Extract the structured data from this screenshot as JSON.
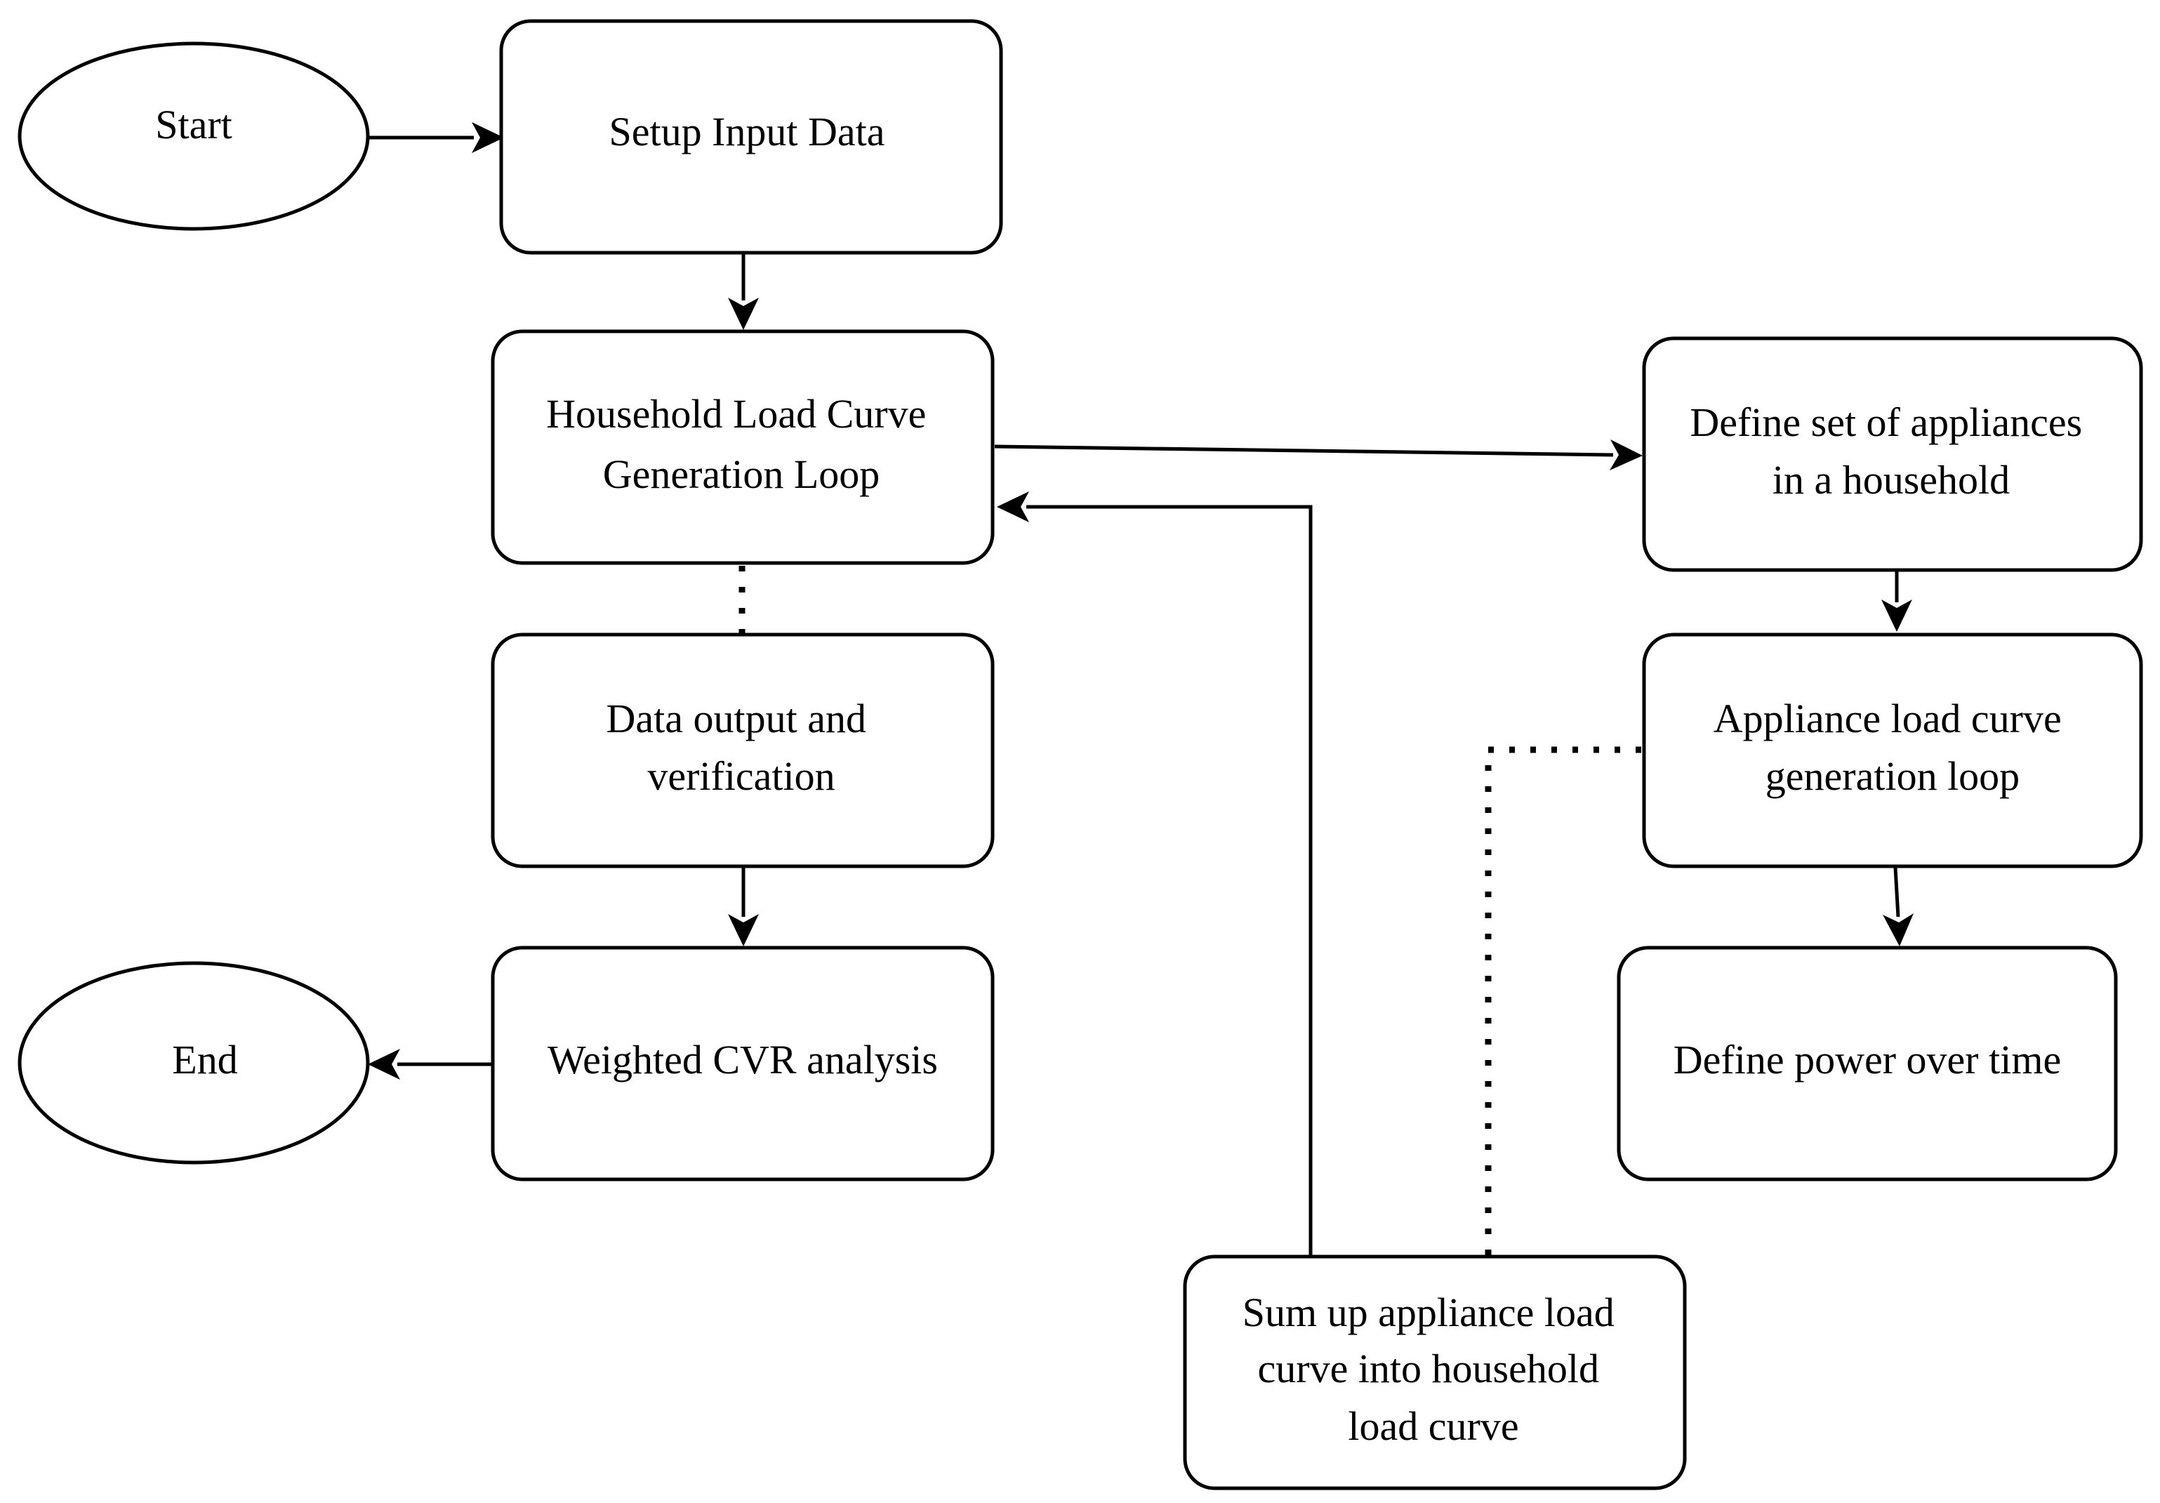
{
  "nodes": {
    "start": [
      "Start"
    ],
    "setup": [
      "Setup Input Data"
    ],
    "household_loop": [
      "Household Load Curve",
      "Generation Loop"
    ],
    "data_output": [
      "Data output and",
      "verification"
    ],
    "weighted_cvr": [
      "Weighted CVR analysis"
    ],
    "end": [
      "End"
    ],
    "define_appliances": [
      "Define set of appliances",
      "in a household"
    ],
    "appliance_loop": [
      "Appliance load curve",
      "generation loop"
    ],
    "define_power": [
      "Define power over time"
    ],
    "sum_up": [
      "Sum up appliance load",
      "curve into household",
      "load curve"
    ]
  },
  "colors": {
    "stroke": "#000000",
    "fill": "#ffffff",
    "text": "#000000"
  }
}
